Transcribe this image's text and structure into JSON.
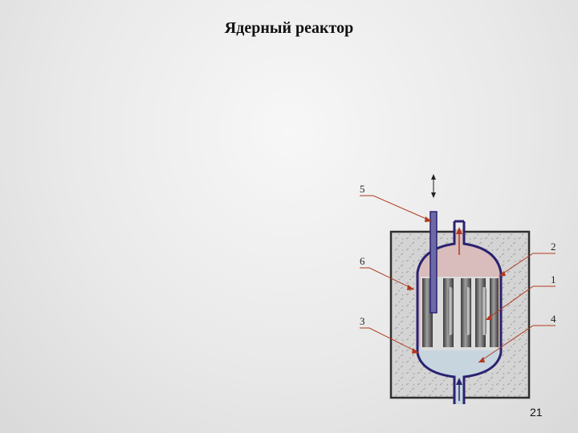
{
  "title": "Ядерный реактор",
  "slide_number": "21",
  "diagram": {
    "labels": [
      "5",
      "6",
      "3",
      "2",
      "1",
      "4"
    ]
  },
  "colors": {
    "outline": "#2a2270",
    "concrete": "#d4d4d4",
    "hot_zone": "#d9bcbc",
    "cold_zone": "#c7d5df",
    "leader": "#b03a1e"
  }
}
